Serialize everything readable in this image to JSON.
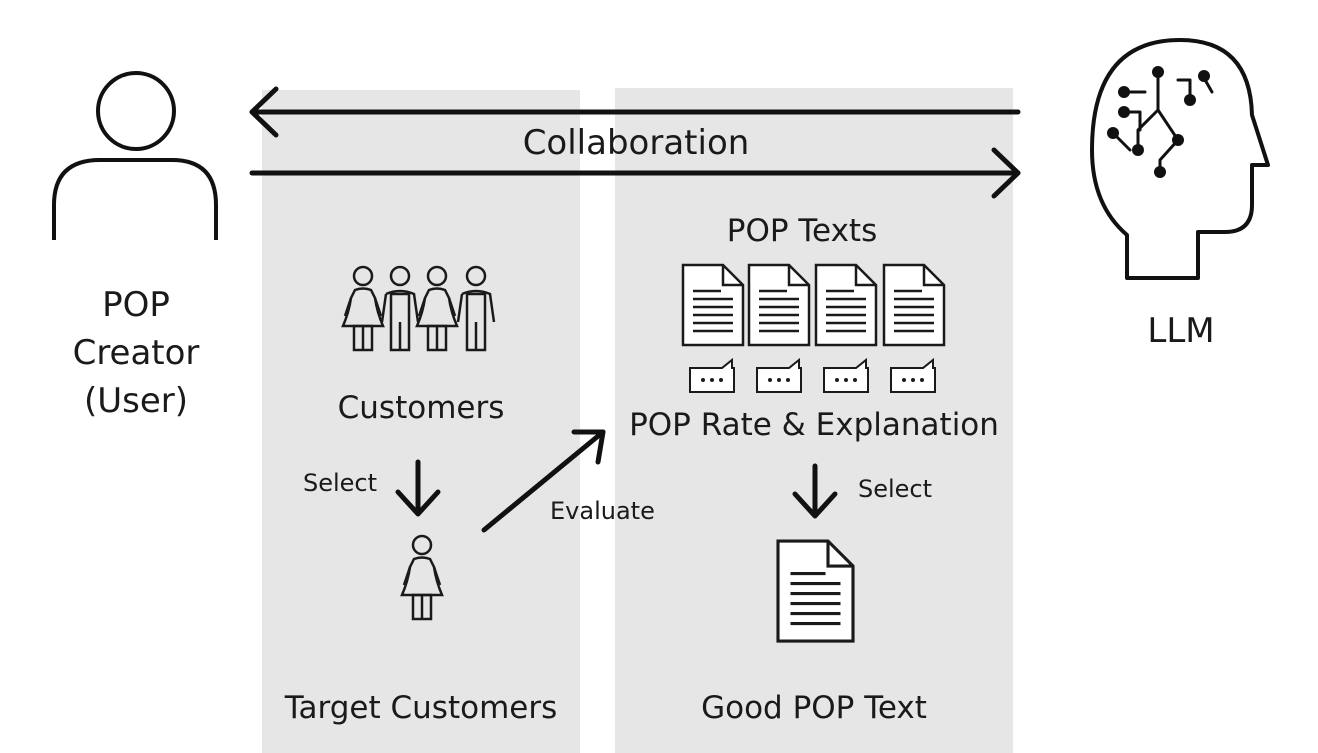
{
  "collaboration_label": "Collaboration",
  "actors": {
    "creator_lines": [
      "POP",
      "Creator",
      "(User)"
    ],
    "llm": "LLM"
  },
  "left_panel": {
    "customers": "Customers",
    "select": "Select",
    "target_customers": "Target Customers"
  },
  "evaluate_label": "Evaluate",
  "right_panel": {
    "pop_texts": "POP Texts",
    "rate_explanation": "POP Rate & Explanation",
    "select": "Select",
    "good_pop_text": "Good POP Text"
  },
  "icons": [
    "user-icon",
    "llm-head-icon",
    "customers-group-icon",
    "target-customer-icon",
    "document-icon",
    "speech-bubble-icon"
  ]
}
